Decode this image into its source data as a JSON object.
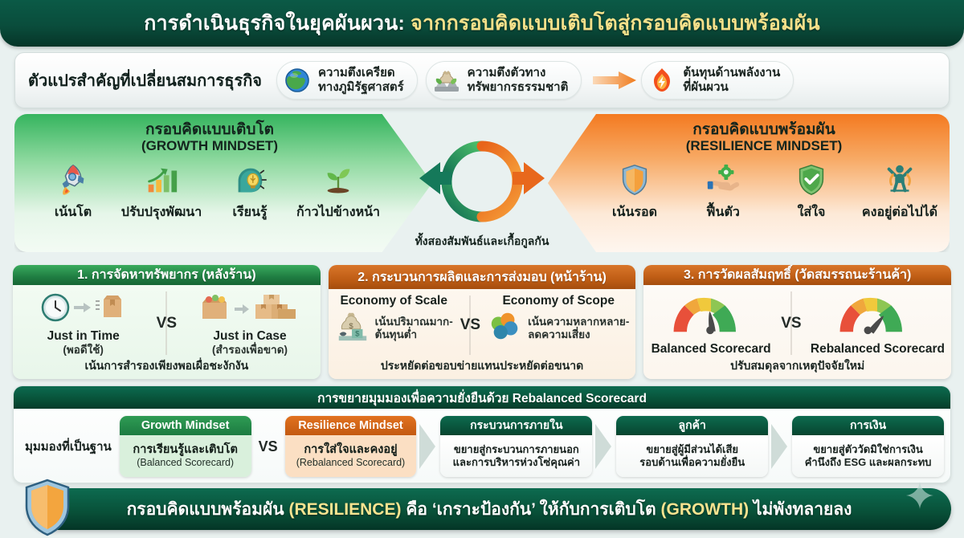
{
  "header": {
    "title_main": "การดำเนินธุรกิจในยุคผันผวน:",
    "title_accent": "จากกรอบคิดแบบเติบโตสู่กรอบคิดแบบพร้อมผัน"
  },
  "drivers": {
    "label": "ตัวแปรสำคัญที่เปลี่ยนสมการธุรกิจ",
    "items": [
      {
        "icon": "globe-icon",
        "line1": "ความตึงเครียด",
        "line2": "ทางภูมิรัฐศาสตร์"
      },
      {
        "icon": "resource-bag-icon",
        "line1": "ความตึงตัวทาง",
        "line2": "ทรัพยากรธรรมชาติ"
      },
      {
        "icon": "flame-bolt-icon",
        "line1": "ต้นทุนด้านพลังงาน",
        "line2": "ที่ผันผวน"
      }
    ]
  },
  "mindsets": {
    "center_note": "ทั้งสองสัมพันธ์และเกื้อกูลกัน",
    "growth": {
      "title_th": "กรอบคิดแบบเติบโต",
      "title_en": "(GROWTH MINDSET)",
      "items": [
        {
          "icon": "rocket-icon",
          "label": "เน้นโต"
        },
        {
          "icon": "bar-chart-growth-icon",
          "label": "ปรับปรุงพัฒนา"
        },
        {
          "icon": "head-lightbulb-icon",
          "label": "เรียนรู้"
        },
        {
          "icon": "sprout-icon",
          "label": "ก้าวไปข้างหน้า"
        }
      ]
    },
    "resilience": {
      "title_th": "กรอบคิดแบบพร้อมผัน",
      "title_en": "(RESILIENCE MINDSET)",
      "items": [
        {
          "icon": "shield-orange-icon",
          "label": "เน้นรอด"
        },
        {
          "icon": "hand-gear-icon",
          "label": "ฟื้นตัว"
        },
        {
          "icon": "shield-check-icon",
          "label": "ใส่ใจ"
        },
        {
          "icon": "person-arms-up-icon",
          "label": "คงอยู่ต่อไปได้"
        }
      ]
    }
  },
  "cards": [
    {
      "header": "1. การจัดหาทรัพยากร (หลังร้าน)",
      "theme": "green",
      "left": {
        "icon": "clock-box-icon",
        "title": "Just in Time",
        "sub": "(พอดีใช้)"
      },
      "right": {
        "icon": "boxes-stack-icon",
        "title": "Just in Case",
        "sub": "(สำรองเพื่อขาด)"
      },
      "vs": "VS",
      "footer": "เน้นการสำรองเพียงพอเผื่อชะงักงัน"
    },
    {
      "header": "2. กระบวนการผลิตและการส่งมอบ (หน้าร้าน)",
      "theme": "orange",
      "left": {
        "icon": "money-bag-icon",
        "title": "Economy of Scale",
        "sub": "เน้นปริมาณมาก-",
        "sub2": "ต้นทุนต่ำ"
      },
      "right": {
        "icon": "circles-variety-icon",
        "title": "Economy of Scope",
        "sub": "เน้นความหลากหลาย-",
        "sub2": "ลดความเสี่ยง"
      },
      "vs": "VS",
      "footer": "ประหยัดต่อขอบข่ายแทนประหยัดต่อขนาด"
    },
    {
      "header": "3. การวัดผลสัมฤทธิ์ (วัดสมรรถนะร้านค้า)",
      "theme": "orange",
      "left": {
        "icon": "gauge-center-icon",
        "title": "Balanced Scorecard"
      },
      "right": {
        "icon": "gauge-right-icon",
        "title": "Rebalanced Scorecard"
      },
      "vs": "VS",
      "footer": "ปรับสมดุลจากเหตุปัจจัยใหม่"
    }
  ],
  "perspective": {
    "header": "การขยายมุมมองเพื่อความยั่งยืนด้วย Rebalanced Scorecard",
    "base_label": "มุมมองที่เป็นฐาน",
    "vs": "VS",
    "growth_card": {
      "header": "Growth Mindset",
      "th": "การเรียนรู้และเติบโต",
      "en": "(Balanced Scorecard)"
    },
    "resilience_card": {
      "header": "Resilience Mindset",
      "th": "การใส่ใจและคงอยู่",
      "en": "(Rebalanced Scorecard)"
    },
    "pillars": [
      {
        "header": "กระบวนการภายใน",
        "line1": "ขยายสู่กระบวนการภายนอก",
        "line2": "และการบริหารห่วงโซ่คุณค่า"
      },
      {
        "header": "ลูกค้า",
        "line1": "ขยายสู่ผู้มีส่วนได้เสีย",
        "line2": "รอบด้านเพื่อความยั่งยืน"
      },
      {
        "header": "การเงิน",
        "line1": "ขยายสู่ตัววัดมิใช่การเงิน",
        "line2": "คำนึงถึง ESG และผลกระทบ"
      }
    ]
  },
  "footer": {
    "seg1": "กรอบคิดแบบพร้อมผัน ",
    "seg2": "(RESILIENCE)",
    "seg3": " คือ ‘เกราะป้องกัน’ ให้กับการเติบโต ",
    "seg4": "(GROWTH)",
    "seg5": " ไม่พังทลายลง"
  },
  "colors": {
    "brand_green": "#0a4d3c",
    "growth_green": "#35b45e",
    "resilience_orange": "#f47a20",
    "gold": "#f4e08a",
    "background": "#e9f1f0"
  }
}
